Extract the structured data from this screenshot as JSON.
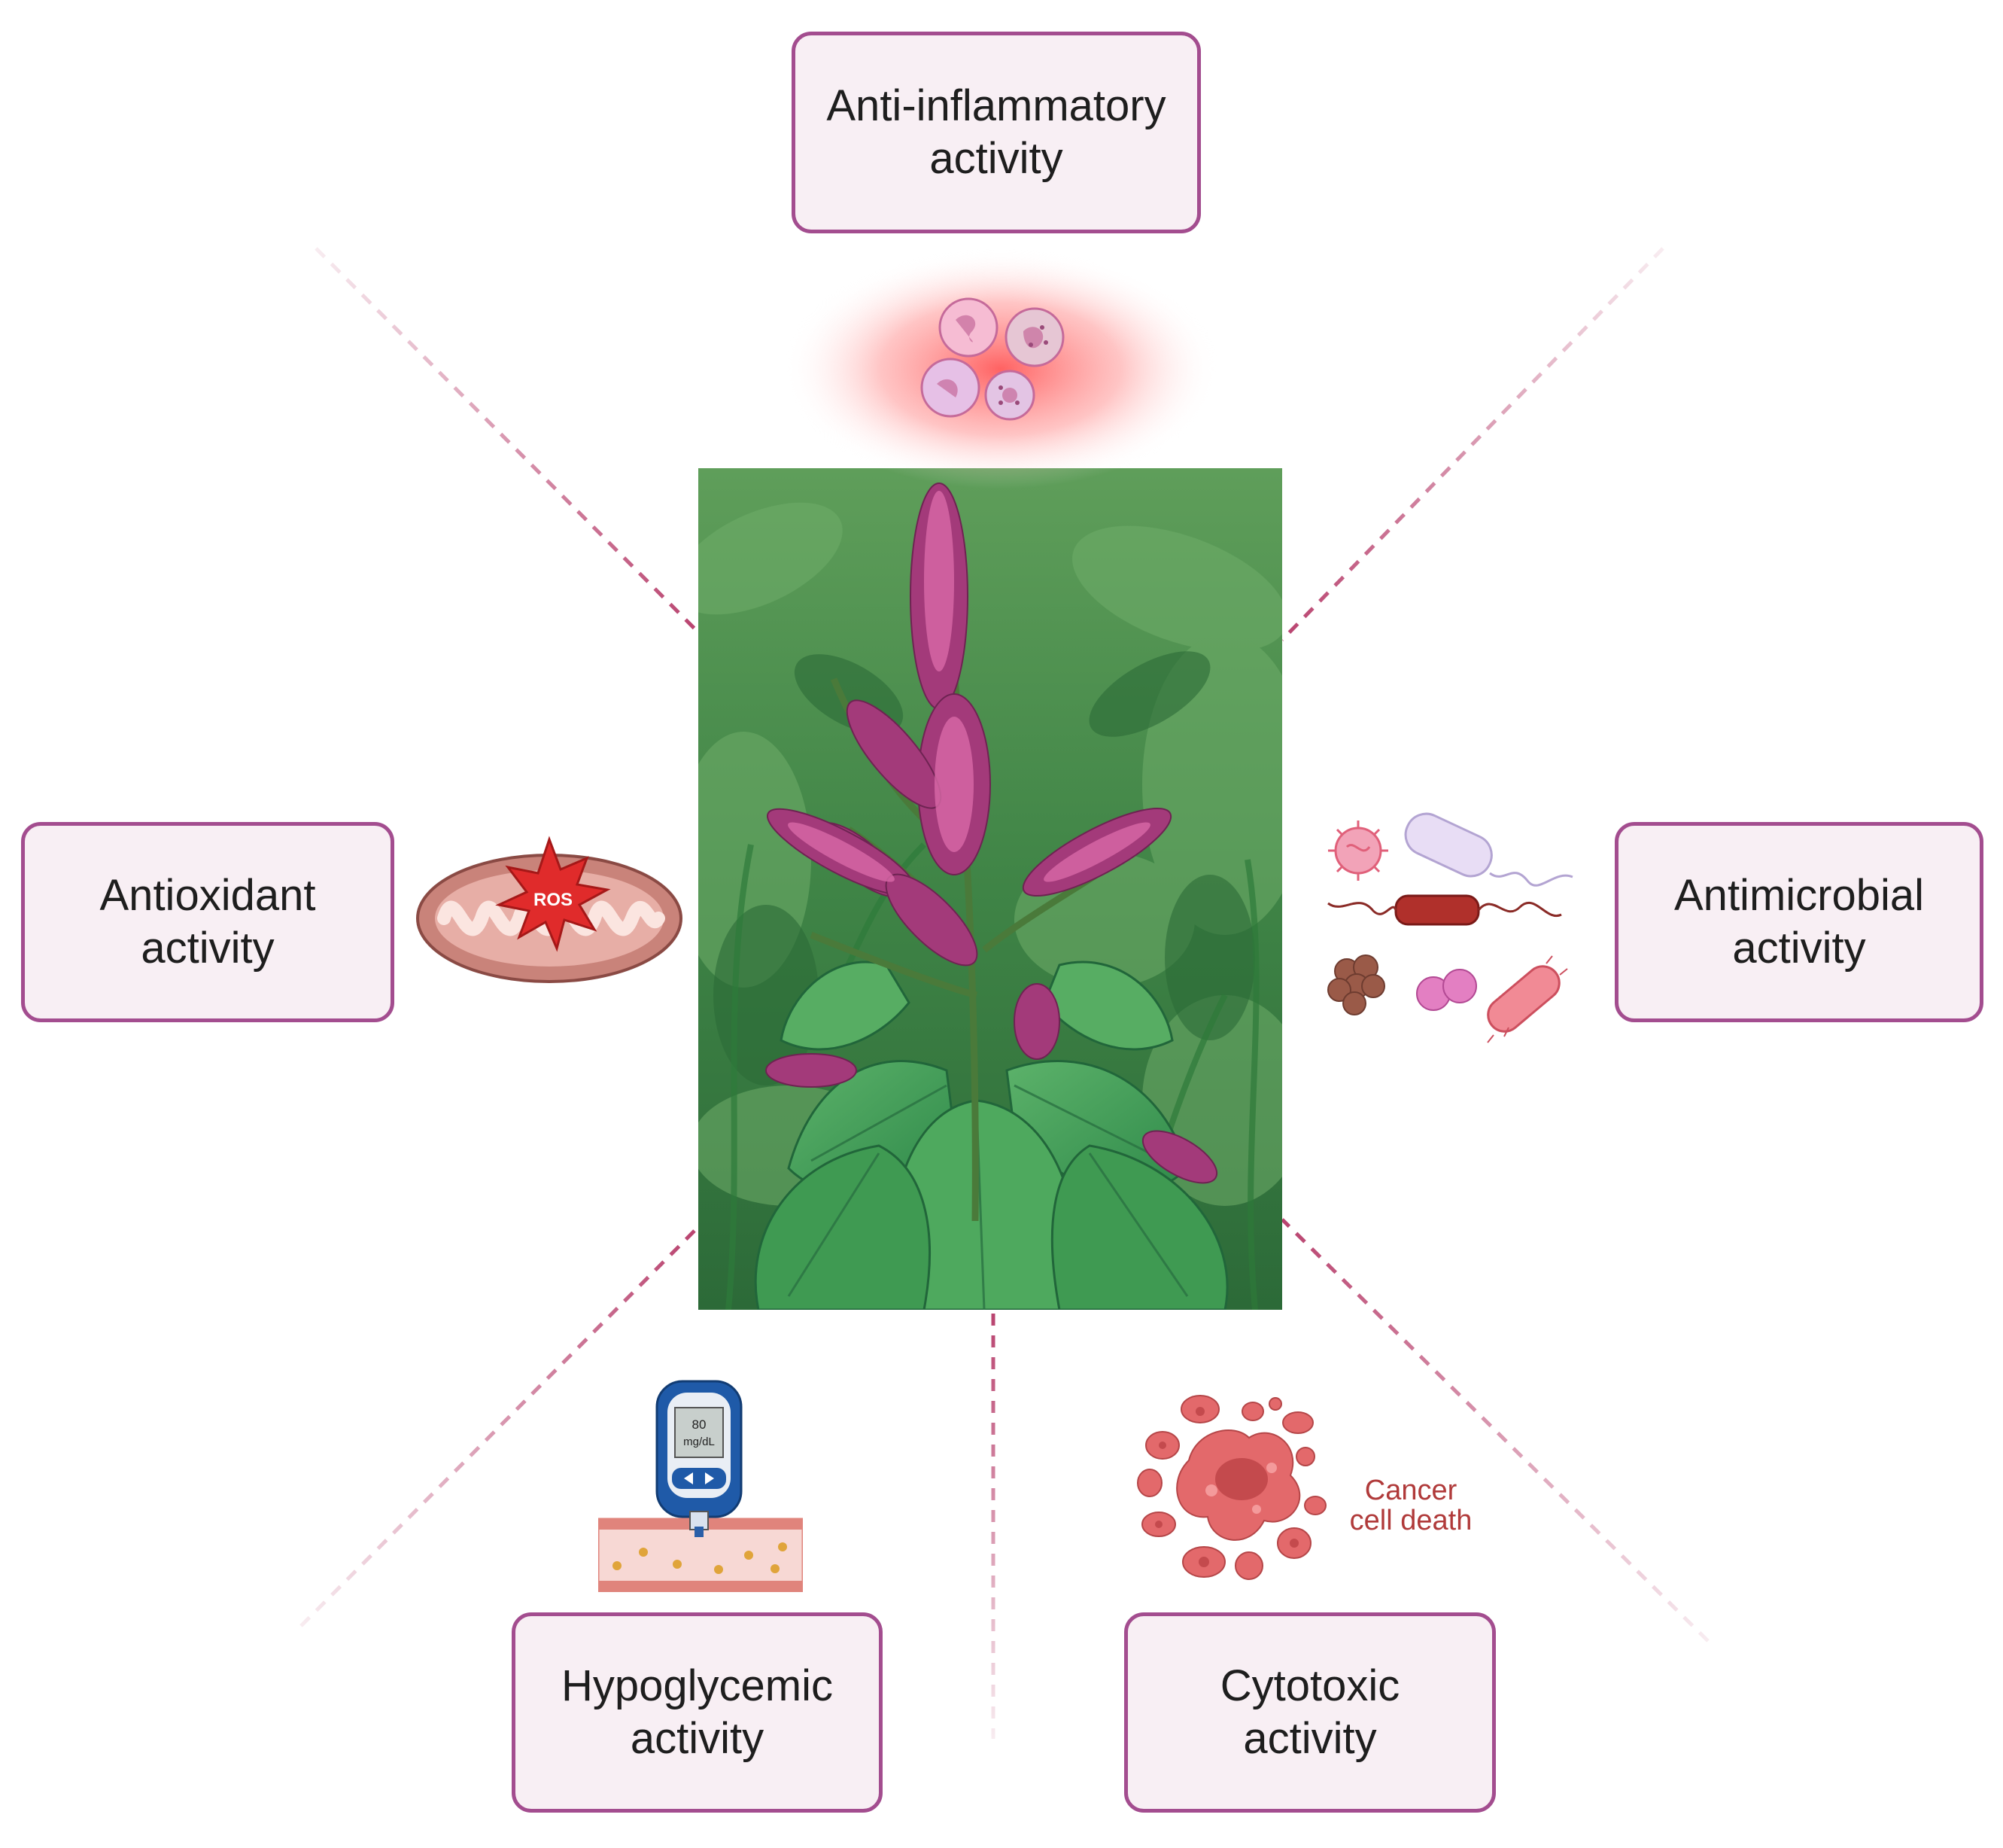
{
  "nodes": {
    "top": "Anti-inflammatory\nactivity",
    "left": "Antioxidant\nactivity",
    "right": "Antimicrobial\nactivity",
    "bottom_left": "Hypoglycemic\nactivity",
    "bottom_right": "Cytotoxic\nactivity"
  },
  "icons": {
    "ros_label": "ROS",
    "glucometer_value": "80",
    "glucometer_unit": "mg/dL",
    "cancer_label": "Cancer\ncell death"
  },
  "colors": {
    "box_border": "#a34d8f",
    "box_fill": "#f8eff4",
    "connector": "#b9436f"
  }
}
